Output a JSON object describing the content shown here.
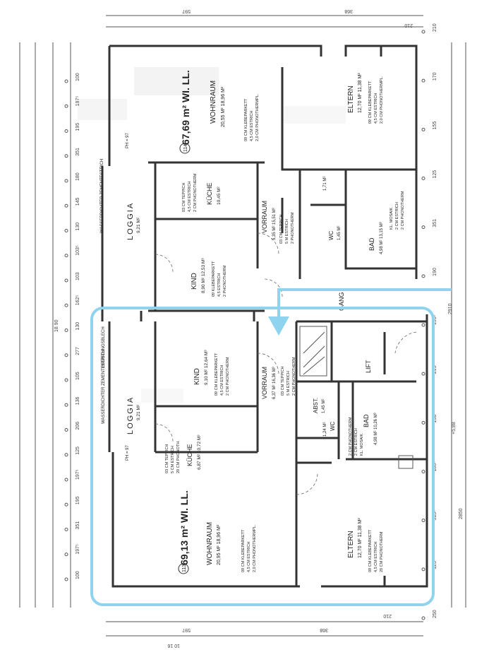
{
  "top_unit": {
    "tag": "114",
    "area": "67,69 m² WI. LL.",
    "rooms": [
      {
        "name": "WOHNRAUM",
        "area": "20,55 M²  18,96 M²",
        "finish": [
          "09 CM KLEBEPARKETT",
          "4,5 CM ESTRICH",
          "2,0 CM PHONOTHERMPL."
        ]
      },
      {
        "name": "ELTERN",
        "area": "12,70 M²  11,38 M²",
        "finish": [
          "09 CM KLEBEPARKETT",
          "4,5 CM ESTRICH",
          "2,0 CM PHONOTHERMPL."
        ]
      },
      {
        "name": "KÜCHE",
        "area": "10,45 M²",
        "finish": [
          "03 CM TEPPICH",
          "4,5 CM ESTRICH",
          "2 CM PHONOTHERM"
        ]
      },
      {
        "name": "LOGGIA",
        "area": "9,21 M²"
      },
      {
        "name": "KIND",
        "area": "8,90 M²  12,53 M³",
        "finish": [
          "09 KLEBEPARKETT",
          "4,5 ESTRICH",
          "2 PHONOTHERM"
        ]
      },
      {
        "name": "VORRAUM",
        "area": "5,35 M²  15,51 M³",
        "finish": [
          "03 CM TEPPICH",
          "5 M ESTRICH",
          "2 PHONOTHERM"
        ]
      },
      {
        "name": "WC",
        "area": "1,45 M²"
      },
      {
        "name": "BAD",
        "area": "4,98 M²  13,15 M³",
        "finish": [
          "KL. MOSAIK",
          "2 CM ESTRICH",
          "2 CM PHONOTHERM"
        ]
      },
      {
        "name": "GANG",
        "area": "1,71 M²"
      }
    ]
  },
  "bottom_unit": {
    "tag": "113",
    "area": "69,13 m² WI. LL.",
    "rooms": [
      {
        "name": "WOHNRAUM",
        "area": "20,95 M²  18,96 M²",
        "finish": [
          "09 CM KLEBEPARKETT",
          "4,5 CM ESTRICH",
          "2,0 CM PHONOTHERMPL."
        ]
      },
      {
        "name": "ELTERN",
        "area": "12,70 M²  11,38 M²",
        "finish": [
          "09 CM KLEBEPARKETT",
          "4,5 CM ESTRICH",
          "20 CM PHONOTHERM"
        ]
      },
      {
        "name": "KÜCHE",
        "area": "6,87 M²  10,72 M²",
        "finish": [
          "03 CM TEPPICH",
          "5 CM ESTRICH",
          "20 CM PHONOTH."
        ]
      },
      {
        "name": "LOGGIA",
        "area": "9,21 M²"
      },
      {
        "name": "KIND",
        "area": "9,10 M²  12,64 M³",
        "finish": [
          "09 CM KLEBEPARKETT",
          "4,5 CM ESTRICH",
          "2 CM PHONOTHERM"
        ]
      },
      {
        "name": "VORRAUM",
        "area": "6,37 M²  16,36 M³",
        "finish": [
          "03 CM TEPPICH",
          "5 M ESTRICH",
          "2 CM PHONOTHERM"
        ]
      },
      {
        "name": "ABST.",
        "area": "1,45 M²"
      },
      {
        "name": "WC",
        "area": "1,24 M²"
      },
      {
        "name": "BAD",
        "area": "4,98 M²  10,26 M³",
        "finish": [
          "KL. MOSAIK",
          "2 CM ESTRICH",
          "2 CM PHONOTHERM"
        ]
      },
      {
        "name": "LIFT"
      }
    ]
  },
  "annotations": {
    "wall_note": "WASSERDICHTER ZEMENTESTRICH",
    "wall_note_2": "BRÜSTUNGSBLECH",
    "ph_top": "PH = 97",
    "ph_bottom": "PH = 97",
    "elev_1": "2850",
    "elev_2": "2910",
    "dim_total": "18 90",
    "dim_bottom": "10 16",
    "level": "+5,88"
  },
  "dims": {
    "left": [
      "100",
      "197⁵",
      "195",
      "351",
      "180",
      "145",
      "130",
      "103⁵",
      "103",
      "162⁵",
      "130",
      "277",
      "105",
      "136",
      "206",
      "125",
      "197⁵",
      "195",
      "351",
      "197⁵",
      "100"
    ],
    "right": [
      "210",
      "170",
      "155",
      "125",
      "351",
      "190",
      "195⁵",
      "215",
      "138",
      "186⁵",
      "315⁵",
      "125",
      "250"
    ],
    "top": [
      "597",
      "368",
      "210"
    ],
    "bottom": [
      "597",
      "368",
      "210"
    ]
  },
  "highlight_color": "#8fd3ee"
}
